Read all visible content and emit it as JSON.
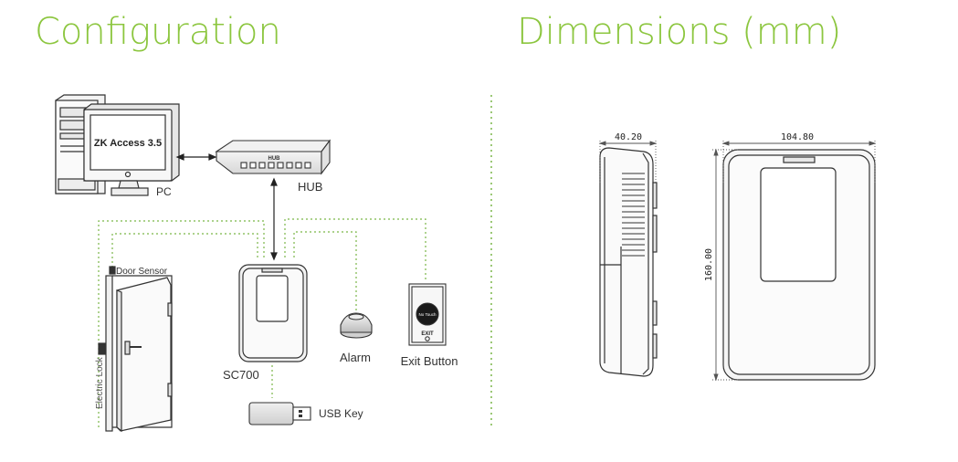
{
  "headings": {
    "configuration": "Configuration",
    "dimensions": "Dimensions (mm)"
  },
  "config": {
    "pc_screen_text": "ZK Access 3.5",
    "pc_label": "PC",
    "hub_label": "HUB",
    "hub_device_text": "HUB",
    "door_sensor_label": "Door Sensor",
    "electric_lock_label": "Electric Lock",
    "sc700_label": "SC700",
    "alarm_label": "Alarm",
    "exit_button_label": "Exit Button",
    "exit_button_face_text": "No Touch",
    "exit_button_exit_text": "EXIT",
    "usb_key_label": "USB Key"
  },
  "dimensions": {
    "depth": "40.20",
    "width": "104.80",
    "height": "160.00"
  },
  "colors": {
    "accent_green": "#8cc63f",
    "dotted_green": "#7ab648",
    "line": "#3a3a3a"
  }
}
